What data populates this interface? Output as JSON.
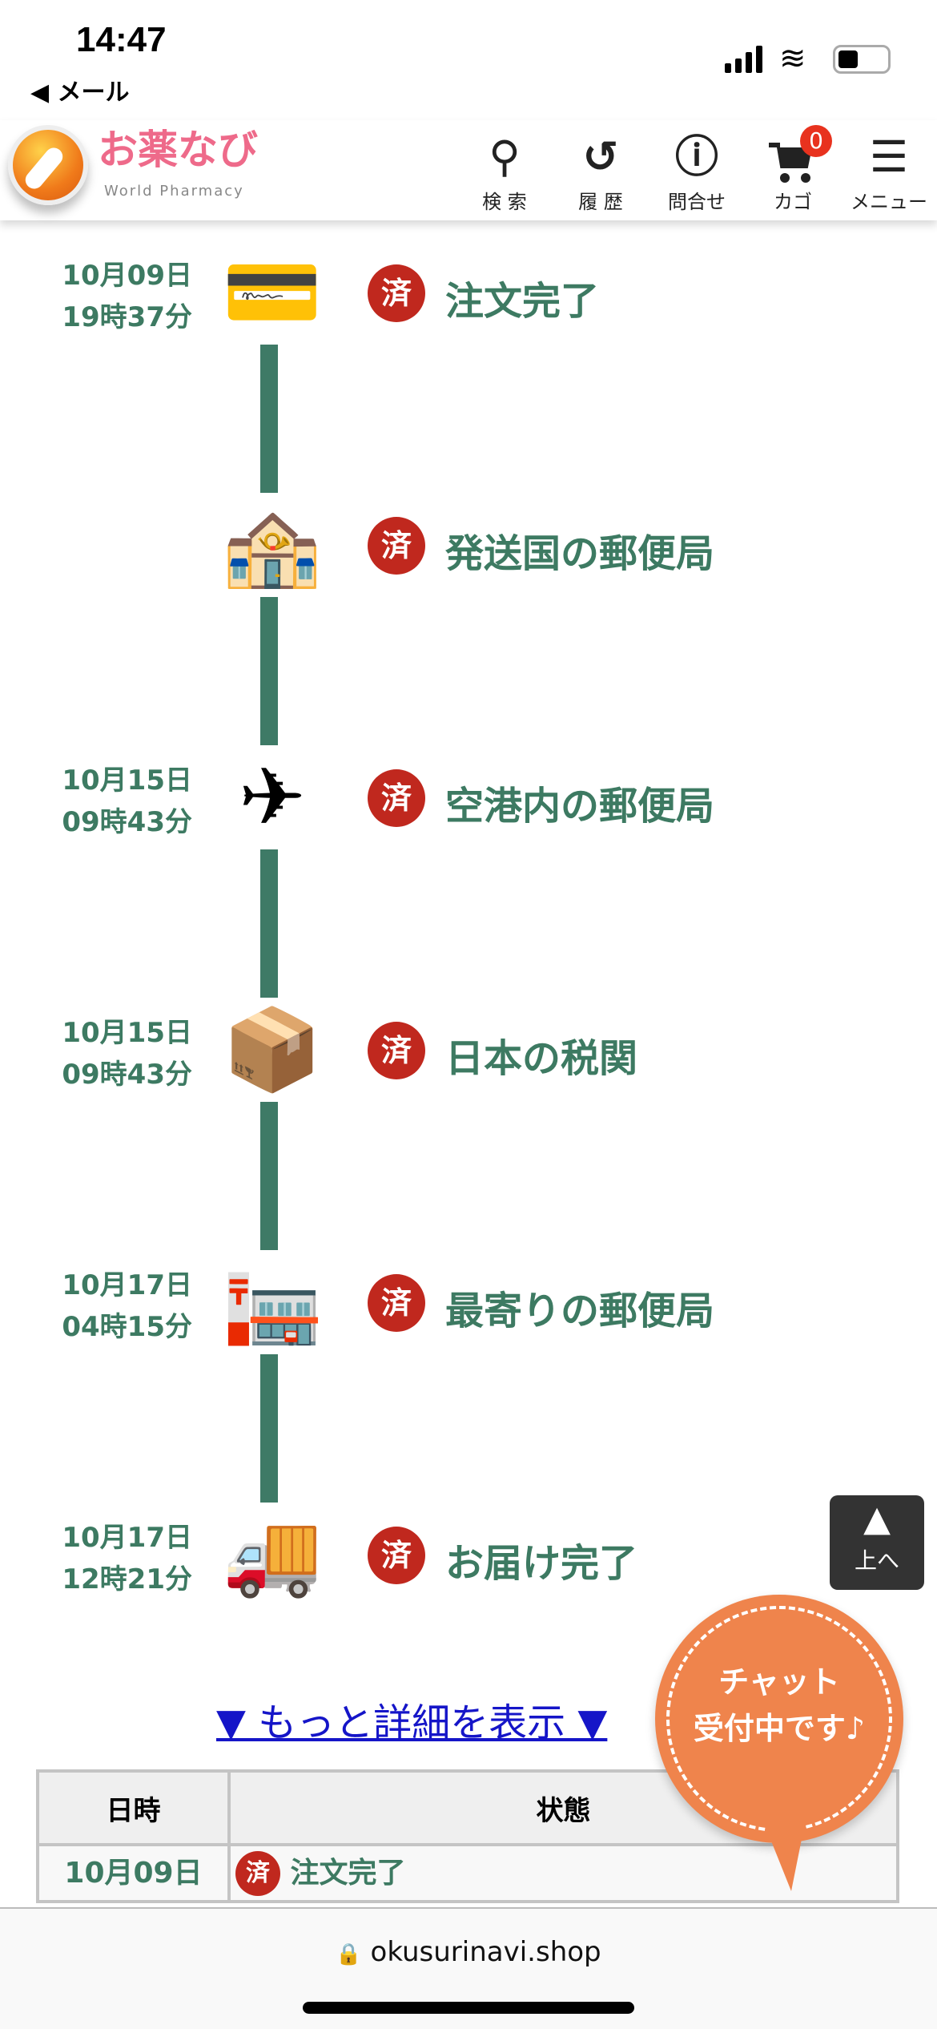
{
  "status": {
    "time": "14:47",
    "back": "◀ メール"
  },
  "header": {
    "logo_jp": "お薬なび",
    "logo_en": "World Pharmacy",
    "nav": [
      {
        "label": "検 索",
        "icon": "search-icon"
      },
      {
        "label": "履 歴",
        "icon": "history-icon"
      },
      {
        "label": "問合せ",
        "icon": "help-icon"
      },
      {
        "label": "カゴ",
        "icon": "cart-icon",
        "count": "0"
      },
      {
        "label": "メニュー",
        "icon": "menu-icon"
      }
    ]
  },
  "timeline": [
    {
      "date": "10月09日",
      "time": "19時37分",
      "badge": "済",
      "label": "注文完了",
      "icon": "💳"
    },
    {
      "date": "",
      "time": "",
      "badge": "済",
      "label": "発送国の郵便局",
      "icon": "🏤"
    },
    {
      "date": "10月15日",
      "time": "09時43分",
      "badge": "済",
      "label": "空港内の郵便局",
      "icon": "✈"
    },
    {
      "date": "10月15日",
      "time": "09時43分",
      "badge": "済",
      "label": "日本の税関",
      "icon": "📦"
    },
    {
      "date": "10月17日",
      "time": "04時15分",
      "badge": "済",
      "label": "最寄りの郵便局",
      "icon": "🏣"
    },
    {
      "date": "10月17日",
      "time": "12時21分",
      "badge": "済",
      "label": "お届け完了",
      "icon": "🚚"
    }
  ],
  "more_link": "▼ もっと詳細を表示 ▼",
  "table": {
    "headers": [
      "日時",
      "状態"
    ],
    "row": {
      "date": "10月09日",
      "badge": "済",
      "status": "注文完了"
    }
  },
  "up_button": {
    "arrow": "▲",
    "label": "上へ"
  },
  "chat": {
    "line1": "チャット",
    "line2": "受付中です♪"
  },
  "browser": {
    "url": "okusurinavi.shop"
  }
}
